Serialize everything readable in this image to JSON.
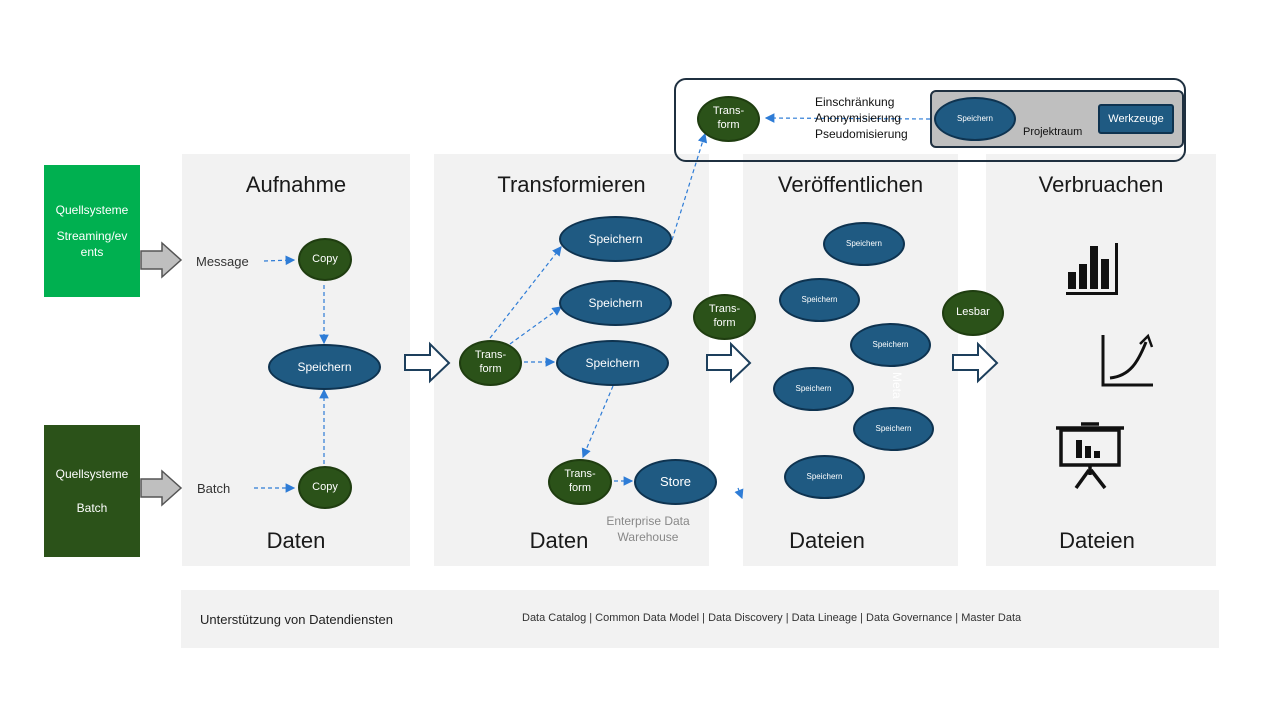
{
  "sources": {
    "streaming": {
      "title": "Quellsysteme",
      "subtitle": "Streaming/ev ents",
      "color": "#00b050"
    },
    "batch": {
      "title": "Quellsysteme",
      "subtitle": "Batch",
      "color": "#2b5219"
    }
  },
  "panels": {
    "aufnahme": {
      "title": "Aufnahme",
      "footer": "Daten"
    },
    "transformieren": {
      "title": "Transformieren",
      "footer": "Daten"
    },
    "veroeffentlichen": {
      "title": "Veröffentlichen",
      "footer": "Dateien"
    },
    "verbrauchen": {
      "title": "Verbruachen",
      "footer": "Dateien"
    }
  },
  "aufnahme": {
    "message_label": "Message",
    "batch_label": "Batch",
    "copy_top": "Copy",
    "copy_bottom": "Copy",
    "speichern": "Speichern"
  },
  "transformieren": {
    "transform": "Trans- form",
    "speichern_1": "Speichern",
    "speichern_2": "Speichern",
    "speichern_3": "Speichern",
    "transform_2": "Trans- form",
    "store": "Store",
    "edw_label": "Enterprise Data Warehouse"
  },
  "between": {
    "transform": "Trans- form"
  },
  "veroeffentlichen": {
    "items": [
      "Speichern",
      "Speichern",
      "Speichern",
      "Speichern",
      "Speichern",
      "Speichern"
    ],
    "side_label": "Meta",
    "lesbar": "Lesbar"
  },
  "projekt": {
    "transform": "Trans- form",
    "restrictions": [
      "Einschränkung",
      "Anonymisierung",
      "Pseudomisierung"
    ],
    "speichern": "Speichern",
    "werkzeuge": "Werkzeuge",
    "projektraum": "Projektraum"
  },
  "support": {
    "title": "Unterstützung von Datendiensten",
    "services": "Data Catalog | Common Data Model | Data Discovery | Data Lineage | Data Governance | Master Data"
  },
  "colors": {
    "blue": "#1f5a82",
    "dark_green": "#2b5219",
    "bright_green": "#00b050",
    "panel": "#f2f2f2",
    "arrow": "#2e7cd6"
  }
}
